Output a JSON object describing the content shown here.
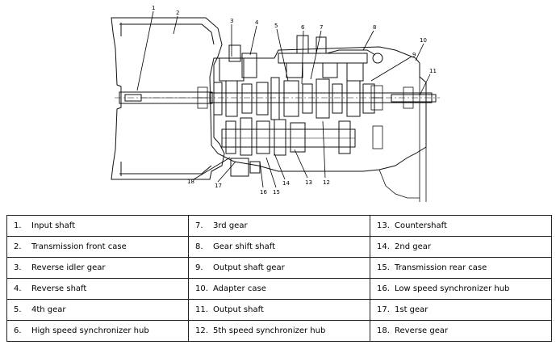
{
  "callouts": [
    "1",
    "2",
    "3",
    "4",
    "5",
    "6",
    "7",
    "8",
    "9",
    "10",
    "11",
    "12",
    "13",
    "14",
    "15",
    "16",
    "17",
    "18"
  ],
  "legend": {
    "rows": [
      [
        {
          "num": "1.",
          "label": "Input shaft"
        },
        {
          "num": "7.",
          "label": "3rd gear"
        },
        {
          "num": "13.",
          "label": "Countershaft"
        }
      ],
      [
        {
          "num": "2.",
          "label": "Transmission front case"
        },
        {
          "num": "8.",
          "label": "Gear shift shaft"
        },
        {
          "num": "14.",
          "label": "2nd gear"
        }
      ],
      [
        {
          "num": "3.",
          "label": "Reverse idler gear"
        },
        {
          "num": "9.",
          "label": "Output shaft gear"
        },
        {
          "num": "15.",
          "label": "Transmission rear case"
        }
      ],
      [
        {
          "num": "4.",
          "label": "Reverse shaft"
        },
        {
          "num": "10.",
          "label": "Adapter case"
        },
        {
          "num": "16.",
          "label": "Low speed synchronizer hub"
        }
      ],
      [
        {
          "num": "5.",
          "label": "4th gear"
        },
        {
          "num": "11.",
          "label": "Output shaft"
        },
        {
          "num": "17.",
          "label": "1st gear"
        }
      ],
      [
        {
          "num": "6.",
          "label": "High speed synchronizer hub"
        },
        {
          "num": "12.",
          "label": "5th speed synchronizer hub"
        },
        {
          "num": "18.",
          "label": "Reverse gear"
        }
      ]
    ]
  }
}
